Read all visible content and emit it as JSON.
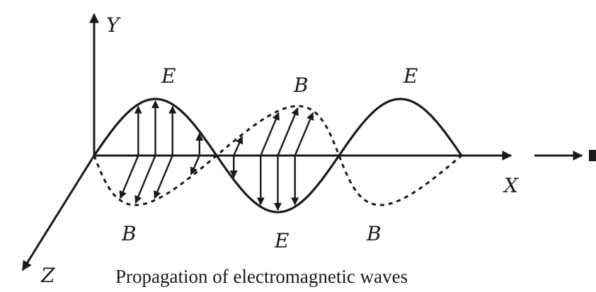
{
  "axes": {
    "y": "Y",
    "x": "X",
    "z": "Z"
  },
  "field_labels": {
    "e_crest_1": "E",
    "e_crest_2": "E",
    "e_trough": "E",
    "b_crest": "B",
    "b_trough_1": "B",
    "b_trough_2": "B"
  },
  "caption": "Propagation of electromagnetic waves",
  "colors": {
    "ink": "#1a1a1a",
    "background": "#ffffff"
  }
}
